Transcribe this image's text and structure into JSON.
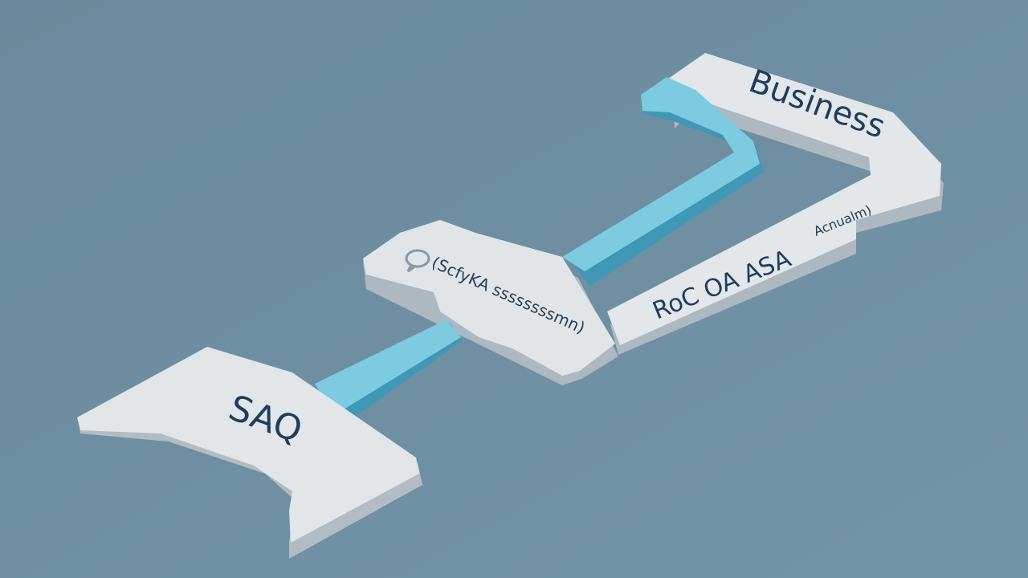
{
  "diagram": {
    "labels": {
      "business": "Business",
      "saq": "SAQ",
      "roc": "RoC OA ASA",
      "roc_small": "Acnualm)",
      "middle": "(ScfyKA ssssssssmn)"
    },
    "icons": {
      "middle_node": "chat-bubble-icon"
    },
    "colors": {
      "background": "#6f8fa3",
      "platform_top": "#dfe4e8",
      "platform_side": "#b7c0c8",
      "connector_top": "#7fcde3",
      "connector_side": "#49a6c4",
      "text": "#1f3d5c"
    }
  }
}
